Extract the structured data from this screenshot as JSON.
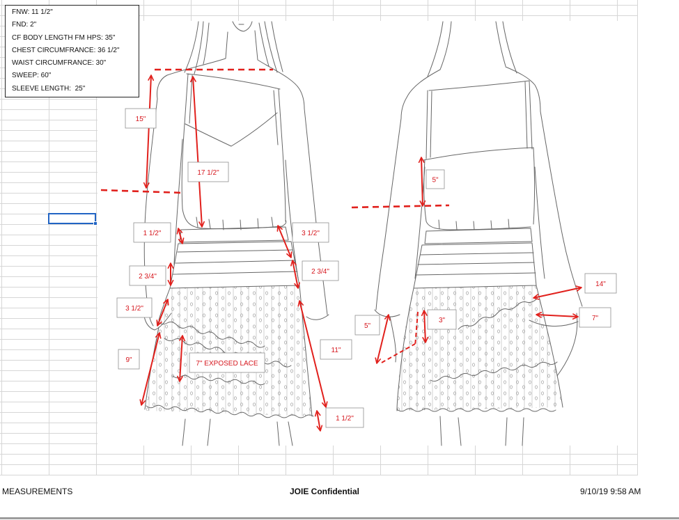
{
  "spec_box": {
    "lines": [
      "FNW: 11 1/2\"",
      "FND: 2\"",
      "CF BODY LENGTH FM HPS: 35\"",
      "CHEST CIRCUMFRANCE: 36 1/2\"",
      "WAIST CIRCUMFRANCE: 30\"",
      "SWEEP: 60\"",
      "SLEEVE LENGTH:  25\""
    ]
  },
  "front_labels": {
    "shoulder_drop": "15\"",
    "cf_length": "17 1/2\"",
    "blouson": "1 1/2\"",
    "side_bodice": "3 1/2\"",
    "smock_left": "2 3/4\"",
    "smock_right": "2 3/4\"",
    "ruffle_left": "3 1/2\"",
    "side_drop": "9\"",
    "lace": "7\" EXPOSED LACE",
    "side_length": "11\"",
    "hem_ruffle": "1 1/2\""
  },
  "back_labels": {
    "bodice": "5\"",
    "sleeve_opening": "14\"",
    "cuff": "7\"",
    "flap": "5\"",
    "ruffle": "3\""
  },
  "footer": {
    "left": "MEASUREMENTS",
    "center": "JOIE Confidential",
    "right": "9/10/19 9:58 AM"
  },
  "colors": {
    "measure_red": "#e1201c",
    "label_text": "#d6161d",
    "grid_line": "#d6d6d6",
    "selection": "#2164c4",
    "pencil": "#666666"
  }
}
